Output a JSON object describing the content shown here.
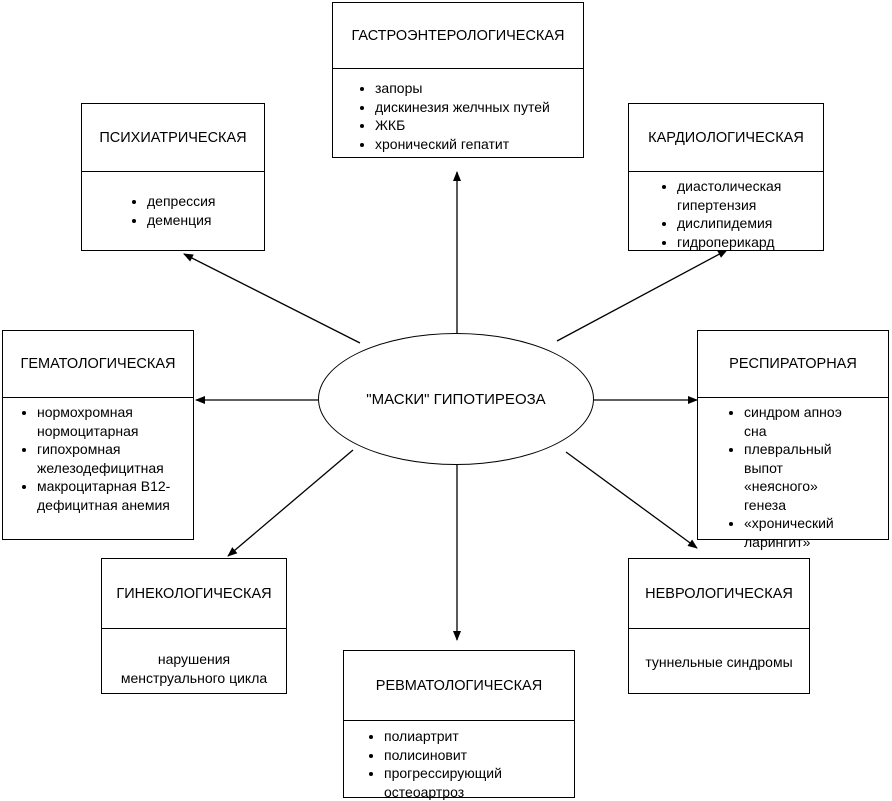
{
  "center": {
    "label": "\"МАСКИ\" ГИПОТИРЕОЗА"
  },
  "boxes": {
    "gastro": {
      "title": "ГАСТРОЭНТЕРОЛОГИЧЕСКАЯ",
      "items": [
        "запоры",
        "дискинезия желчных путей",
        "ЖКБ",
        "хронический гепатит"
      ]
    },
    "psych": {
      "title": "ПСИХИАТРИЧЕСКАЯ",
      "items": [
        "депрессия",
        "деменция"
      ]
    },
    "cardio": {
      "title": "КАРДИОЛОГИЧЕСКАЯ",
      "items": [
        "диастолическая гипертензия",
        "дислипидемия",
        "гидроперикард"
      ]
    },
    "hemato": {
      "title": "ГЕМАТОЛОГИЧЕСКАЯ",
      "items": [
        "нормохромная нормоцитарная",
        "гипохромная железодефицитная",
        "макроцитарная В12-дефицитная анемия"
      ]
    },
    "resp": {
      "title": "РЕСПИРАТОРНАЯ",
      "items": [
        "синдром апноэ сна",
        "плевральный выпот «неясного» генеза",
        "«хронический ларингит»"
      ]
    },
    "gyn": {
      "title": "ГИНЕКОЛОГИЧЕСКАЯ",
      "text": "нарушения менструального цикла"
    },
    "neuro": {
      "title": "НЕВРОЛОГИЧЕСКАЯ",
      "text": "туннельные синдромы"
    },
    "rheum": {
      "title": "РЕВМАТОЛОГИЧЕСКАЯ",
      "items": [
        "полиартрит",
        "полисиновит",
        "прогрессирующий остеоартроз"
      ]
    }
  }
}
